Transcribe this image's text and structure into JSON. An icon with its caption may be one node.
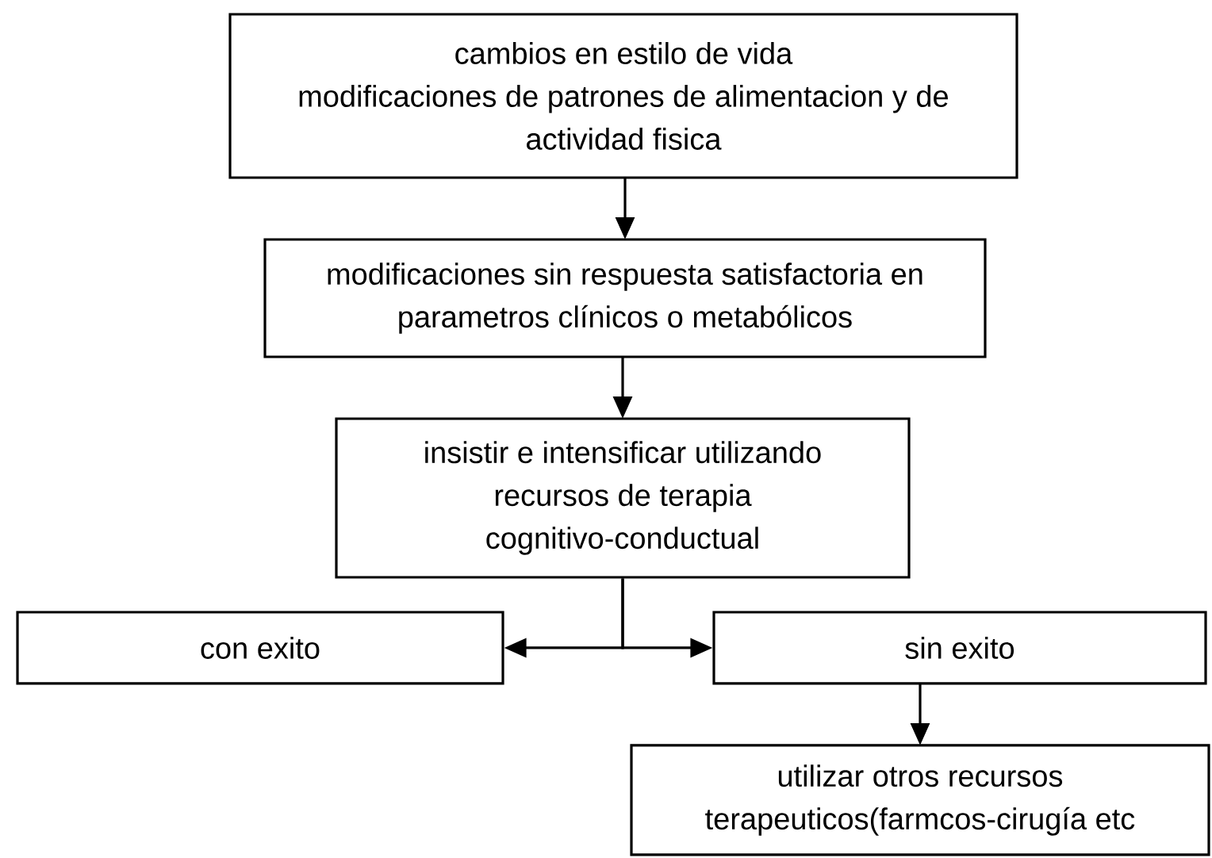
{
  "diagram": {
    "nodes": [
      {
        "text": [
          "cambios en estilo de vida",
          "modificaciones de patrones de alimentacion y de actividad fisica"
        ]
      },
      {
        "text": [
          "modificaciones sin respuesta satisfactoria en parametros clínicos o metabólicos"
        ]
      },
      {
        "text": [
          "insistir e intensificar utilizando recursos de terapia cognitivo-conductual"
        ]
      },
      {
        "text": [
          "con exito"
        ]
      },
      {
        "text": [
          "sin exito"
        ]
      },
      {
        "text": [
          "utilizar otros recursos terapeuticos(farmcos-cirugía etc"
        ]
      }
    ],
    "edges": [
      {
        "from": 0,
        "to": 1,
        "arrow": "to"
      },
      {
        "from": 1,
        "to": 2,
        "arrow": "to"
      },
      {
        "from": 2,
        "to": 3,
        "arrow": "to"
      },
      {
        "from": 2,
        "to": 4,
        "arrow": "to"
      },
      {
        "from": 4,
        "to": 5,
        "arrow": "to"
      }
    ]
  }
}
